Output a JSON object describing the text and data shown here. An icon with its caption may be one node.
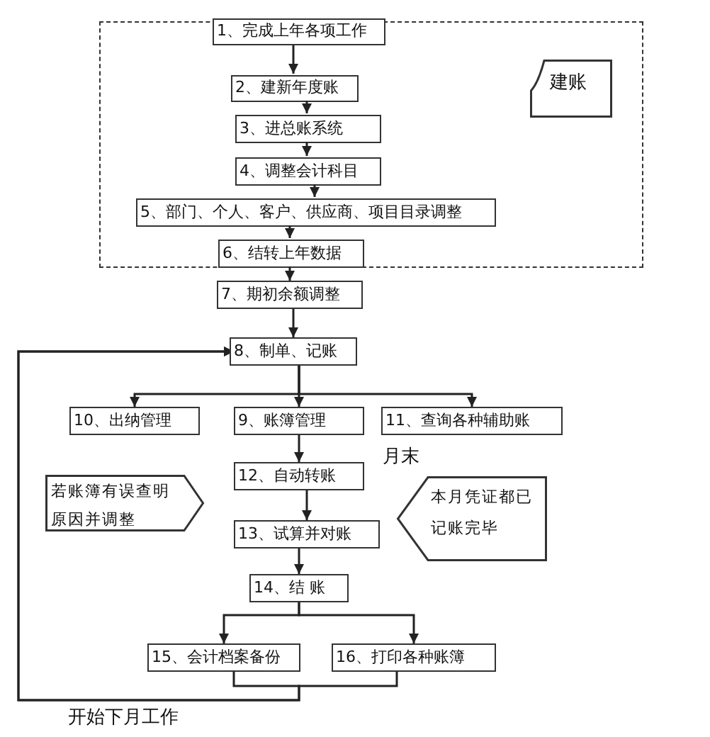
{
  "diagram": {
    "nodes": [
      {
        "text": [],
        "shape": "box"
      },
      {
        "text": [
          "1、完成上年各项工作"
        ]
      },
      {
        "text": [
          "建账"
        ],
        "in": 0
      },
      {
        "text": [
          "2、建新年度账"
        ],
        "in": 0
      },
      {
        "text": [
          "3、进总账系统"
        ],
        "in": 0
      },
      {
        "text": [
          "4、调整会计科目"
        ],
        "in": 0
      },
      {
        "text": [
          "5、部门、个人、客户、供应商、项目目录调整"
        ],
        "in": 0
      },
      {
        "text": [
          "6、结转上年数据"
        ],
        "in": 0
      },
      {
        "text": [
          "7、期初余额调整"
        ]
      },
      {
        "text": [
          "8、制单、记账"
        ]
      },
      {
        "text": [
          "10、出纳管理"
        ]
      },
      {
        "text": [
          "9、账簿管理"
        ]
      },
      {
        "text": [
          "11、查询各种辅助账"
        ]
      },
      {
        "text": [
          "12、自动转账"
        ]
      },
      {
        "text": [
          "若账簿有误查明原因并调整"
        ]
      },
      {
        "text": [
          "本月凭证都已记账完毕"
        ]
      },
      {
        "text": [
          "13、试算并对账"
        ]
      },
      {
        "text": [
          "14、结 账"
        ]
      },
      {
        "text": [
          "15、会计档案备份"
        ]
      },
      {
        "text": [
          "16、打印各种账簿"
        ]
      }
    ],
    "edges": [
      {
        "from": 1,
        "to": 3,
        "arrow": "to"
      },
      {
        "from": 3,
        "to": 4,
        "arrow": "to"
      },
      {
        "from": 4,
        "to": 5,
        "arrow": "to"
      },
      {
        "from": 5,
        "to": 6,
        "arrow": "to"
      },
      {
        "from": 6,
        "to": 7,
        "arrow": "to"
      },
      {
        "from": 7,
        "to": 8,
        "arrow": "to"
      },
      {
        "from": 8,
        "to": 9,
        "arrow": "to"
      },
      {
        "from": 9,
        "to": 10,
        "arrow": "to"
      },
      {
        "from": 9,
        "to": 11,
        "arrow": "to"
      },
      {
        "from": 9,
        "to": 12,
        "arrow": "to"
      },
      {
        "from": 11,
        "to": 13,
        "arrow": "to"
      },
      {
        "from": 13,
        "to": 16,
        "arrow": "to"
      },
      {
        "from": 16,
        "to": 17,
        "arrow": "to"
      },
      {
        "from": 17,
        "to": 18,
        "arrow": "to"
      },
      {
        "from": 17,
        "to": 19,
        "arrow": "to"
      },
      {
        "from": 18,
        "to": 9,
        "arrow": "to"
      },
      {
        "from": 19,
        "to": 9,
        "arrow": "to"
      }
    ],
    "labels": [
      "月末",
      "开始下月工作"
    ]
  }
}
